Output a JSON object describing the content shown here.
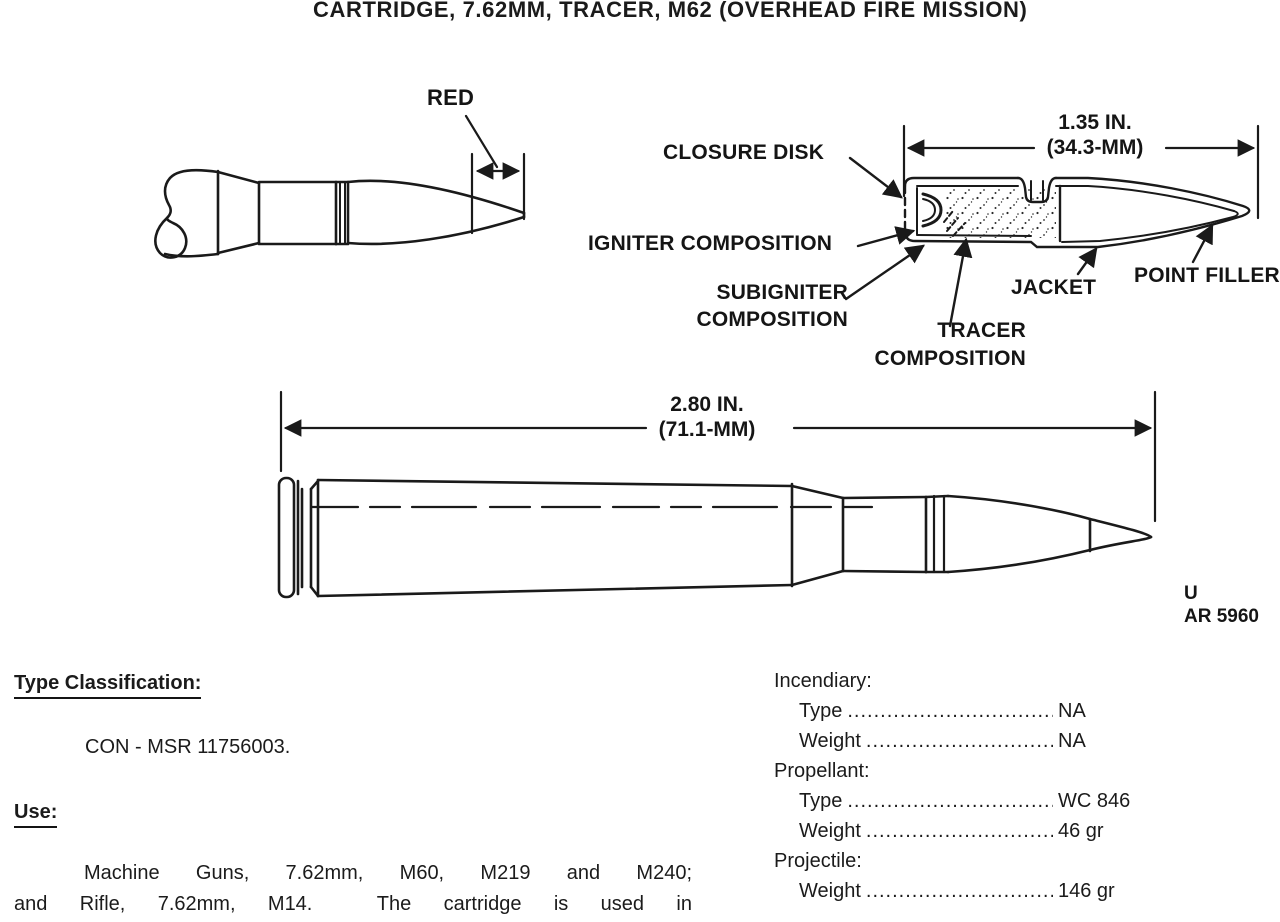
{
  "title": "CARTRIDGE, 7.62MM, TRACER, M62 (OVERHEAD FIRE MISSION)",
  "figure": {
    "projectile_view": {
      "tip_color_label": "RED"
    },
    "section_view": {
      "closure_disk_label": "CLOSURE DISK",
      "igniter_label": "IGNITER COMPOSITION",
      "subigniter_label_line1": "SUBIGNITER",
      "subigniter_label_line2": "COMPOSITION",
      "tracer_label_line1": "TRACER",
      "tracer_label_line2": "COMPOSITION",
      "jacket_label": "JACKET",
      "point_filler_label": "POINT FILLER",
      "length_dimension": {
        "inches": "1.35 IN.",
        "millimeters": "(34.3-MM)"
      }
    },
    "cartridge_view": {
      "length_dimension": {
        "inches": "2.80 IN.",
        "millimeters": "(71.1-MM)"
      },
      "figure_reference_line1": "U",
      "figure_reference_line2": "AR 5960"
    }
  },
  "sections": {
    "type_classification": {
      "heading": "Type Classification:",
      "body": "CON - MSR 11756003."
    },
    "use": {
      "heading": "Use:",
      "line1": "Machine Guns, 7.62mm, M60, M219 and M240;",
      "line2": "and Rifle, 7.62mm, M14.  The cartridge is used in"
    }
  },
  "specs": {
    "leader_dots": "............................................................",
    "groups": [
      {
        "heading": "Incendiary:",
        "rows": [
          {
            "label": "Type",
            "value": "NA"
          },
          {
            "label": "Weight",
            "value": "NA"
          }
        ]
      },
      {
        "heading": "Propellant:",
        "rows": [
          {
            "label": "Type",
            "value": "WC 846"
          },
          {
            "label": "Weight",
            "value": "46 gr"
          }
        ]
      },
      {
        "heading": "Projectile:",
        "rows": [
          {
            "label": "Weight",
            "value": "146 gr"
          }
        ]
      }
    ]
  }
}
